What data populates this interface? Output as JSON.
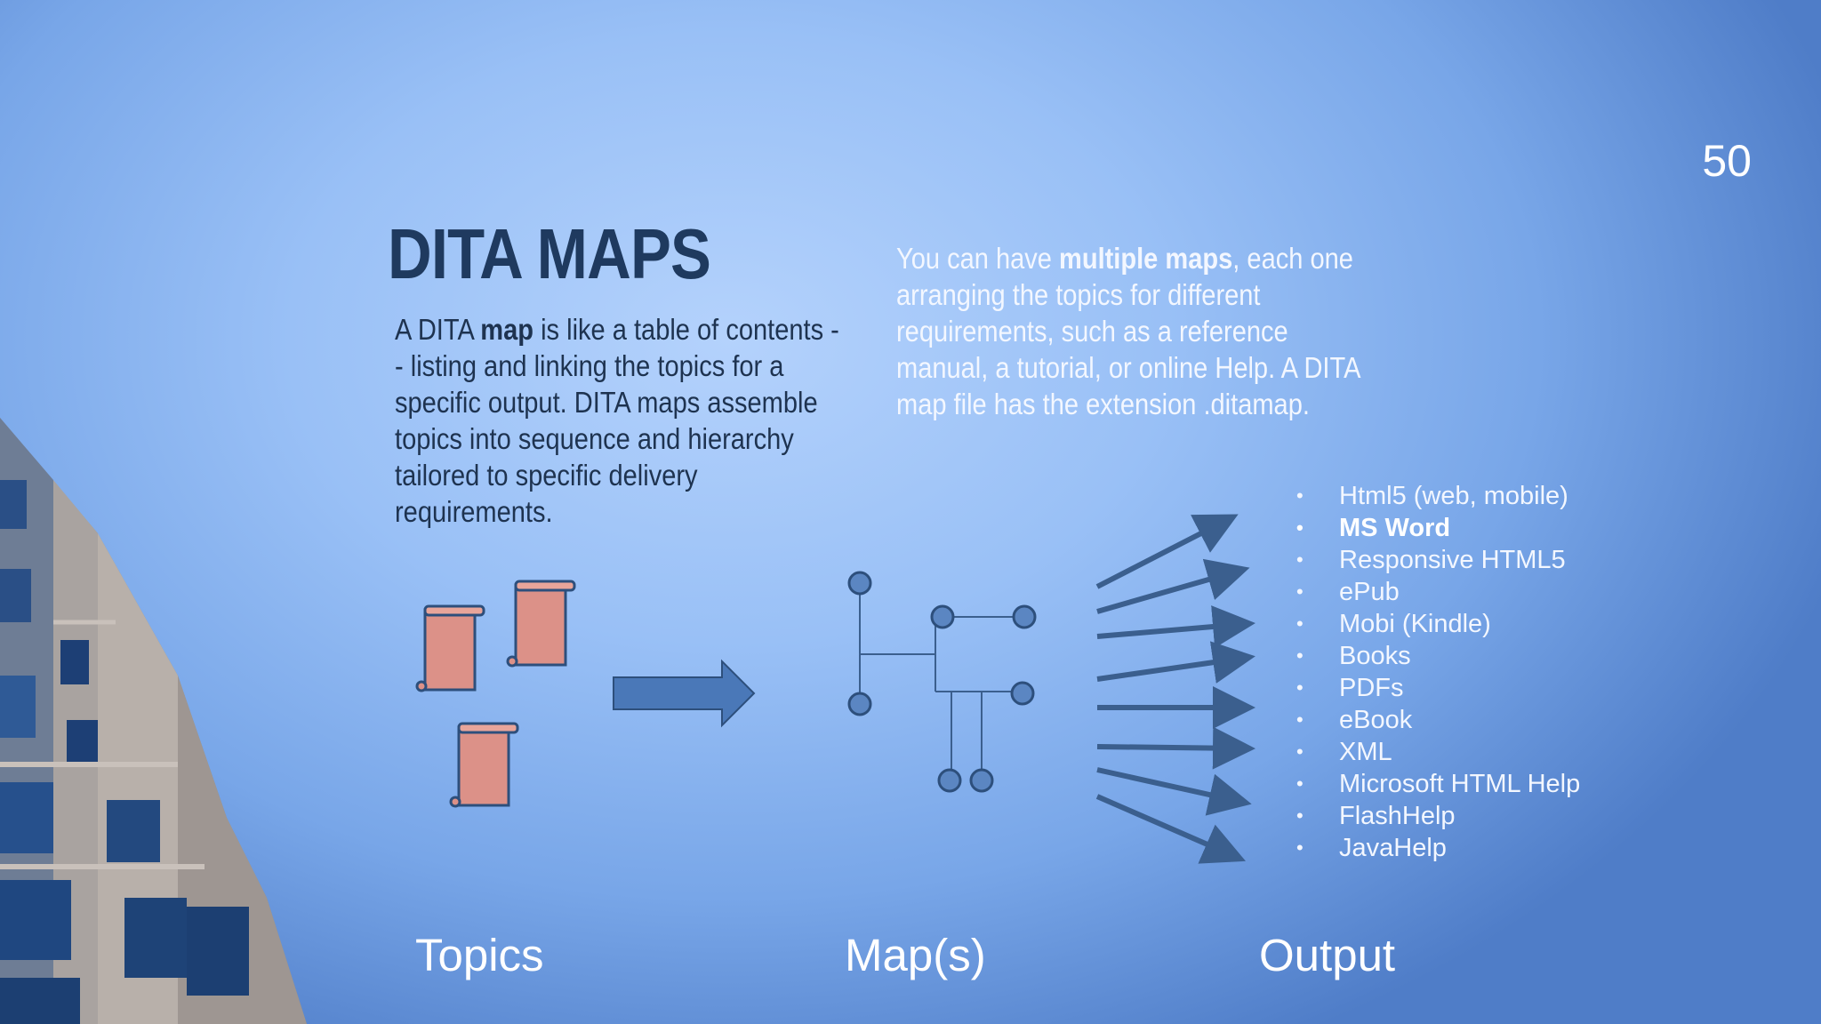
{
  "slide": {
    "number": "50",
    "title": "DITA MAPS",
    "left_paragraph": {
      "before": "A DITA ",
      "bold": "map",
      "after": " is like a table of contents -- listing and linking the topics for a specific output. DITA maps assemble topics into sequence and hierarchy tailored to specific delivery requirements."
    },
    "right_paragraph": {
      "before": "You can have ",
      "bold": "multiple maps",
      "after": ", each one arranging the topics for different requirements, such as a reference manual, a tutorial, or online Help. A DITA map file has the extension .ditamap."
    },
    "output_list": [
      {
        "label": "Html5 (web, mobile)",
        "bold": false
      },
      {
        "label": "MS Word",
        "bold": true
      },
      {
        "label": "Responsive HTML5",
        "bold": false
      },
      {
        "label": "ePub",
        "bold": false
      },
      {
        "label": "Mobi (Kindle)",
        "bold": false
      },
      {
        "label": "Books",
        "bold": false
      },
      {
        "label": "PDFs",
        "bold": false
      },
      {
        "label": "eBook",
        "bold": false
      },
      {
        "label": "XML",
        "bold": false
      },
      {
        "label": "Microsoft HTML Help",
        "bold": false
      },
      {
        "label": "FlashHelp",
        "bold": false
      },
      {
        "label": "JavaHelp",
        "bold": false
      }
    ],
    "captions": {
      "topics": "Topics",
      "maps": "Map(s)",
      "output": "Output"
    },
    "colors": {
      "title": "#1f3a5f",
      "scroll_fill": "#dc9188",
      "diagram_stroke": "#3b5f8e",
      "arrow_fill": "#4a78b8"
    },
    "icons": {
      "topics": "scroll-icon",
      "flow": "right-arrow-icon",
      "map": "tree-diagram-icon",
      "output": "fan-arrows-icon"
    }
  }
}
